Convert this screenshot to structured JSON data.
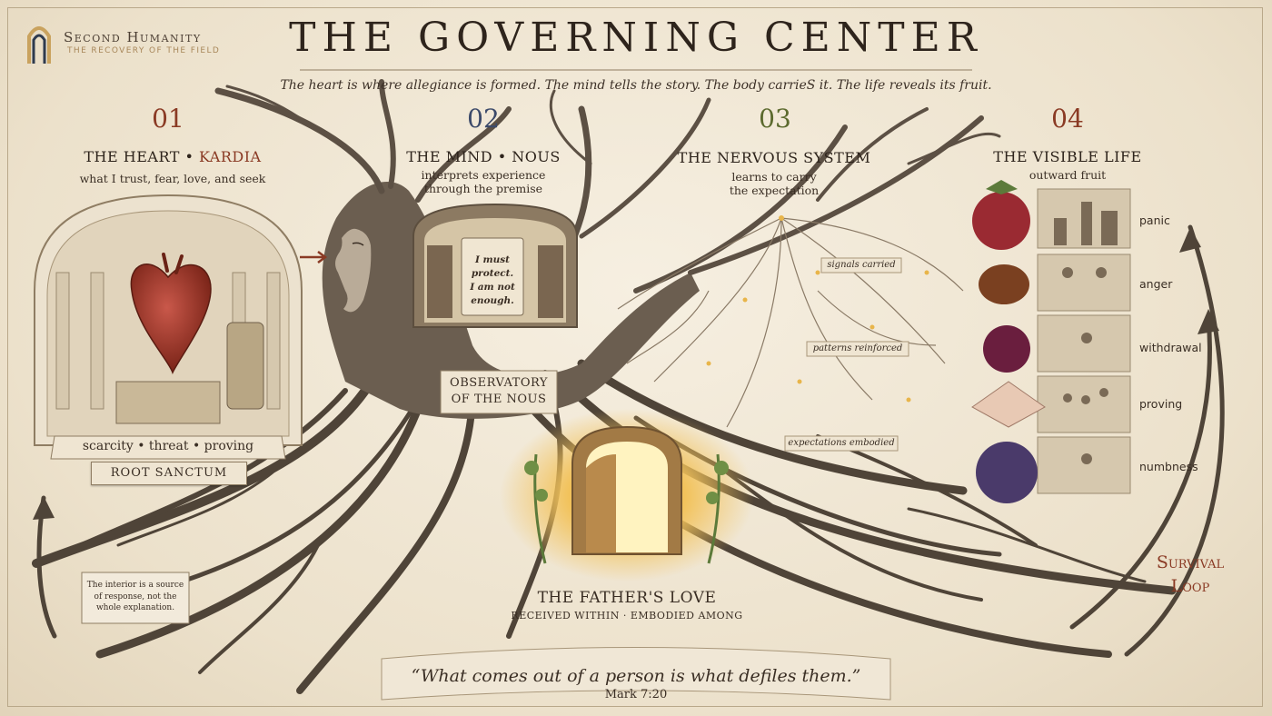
{
  "brand": {
    "name": "Second Humanity",
    "tagline": "THE RECOVERY OF THE FIELD"
  },
  "title": "THE GOVERNING CENTER",
  "subtitle": "The heart is where allegiance is formed. The mind tells the story. The body carrieS it. The life reveals its fruit.",
  "sections": [
    {
      "number": "01",
      "title_a": "THE HEART • ",
      "title_b": "KARDIA",
      "subtitle": "what I trust, fear, love, and seek",
      "number_color": "#8a3a24"
    },
    {
      "number": "02",
      "title": "THE MIND • NOUS",
      "subtitle_1": "interprets experience",
      "subtitle_2": "through the premise",
      "number_color": "#3c4a6a"
    },
    {
      "number": "03",
      "title": "THE NERVOUS SYSTEM",
      "subtitle_1": "learns to carry",
      "subtitle_2": "the expectation",
      "number_color": "#5c6a2e"
    },
    {
      "number": "04",
      "title": "THE VISIBLE LIFE",
      "subtitle": "outward fruit",
      "number_color": "#8a3a24"
    }
  ],
  "sanctum": {
    "scroll_text": "scarcity  •  threat  •  proving",
    "plaque": "ROOT SANCTUM"
  },
  "observatory": {
    "scroll_line_1": "I must",
    "scroll_line_2": "protect.",
    "scroll_line_3": "I am not",
    "scroll_line_4": "enough.",
    "plaque_1": "OBSERVATORY",
    "plaque_2": "OF THE NOUS"
  },
  "nervous_labels": [
    "signals carried",
    "patterns reinforced",
    "expectations embodied"
  ],
  "fruits": [
    "panic",
    "anger",
    "withdrawal",
    "proving",
    "numbness"
  ],
  "survival_loop": {
    "line_1": "Survival",
    "line_2": "Loop"
  },
  "interior_note": {
    "line_1": "The interior is a source",
    "line_2": "of response, not the",
    "line_3": "whole explanation."
  },
  "fathers_love": {
    "title": "THE FATHER'S LOVE",
    "subtitle": "RECEIVED WITHIN · EMBODIED AMONG"
  },
  "quote": {
    "text": "“What comes out of a person is what defiles them.”",
    "reference": "Mark 7:20"
  },
  "colors": {
    "accent_red": "#8a3a24",
    "root": "#4f4438",
    "parchment": "#efe6d4",
    "gold": "#e8b54a"
  }
}
